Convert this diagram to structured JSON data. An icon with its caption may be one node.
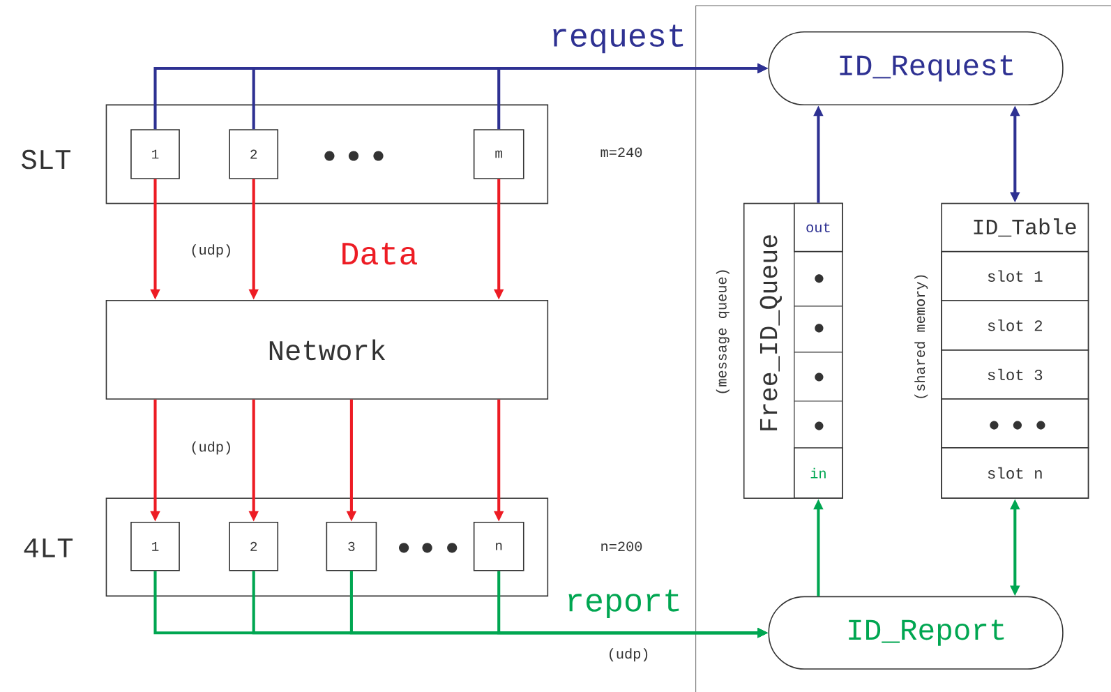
{
  "diagram": {
    "nodes": [
      {
        "text": [
          "SLT"
        ]
      },
      {
        "text": [
          "1"
        ],
        "in": 0
      },
      {
        "text": [
          "2"
        ],
        "in": 0
      },
      {
        "text": [
          "m"
        ],
        "in": 0
      },
      {
        "text": [
          "Network"
        ]
      },
      {
        "text": [
          "4LT"
        ]
      },
      {
        "text": [
          "1"
        ],
        "in": 5
      },
      {
        "text": [
          "2"
        ],
        "in": 5
      },
      {
        "text": [
          "3"
        ],
        "in": 5
      },
      {
        "text": [
          "n"
        ],
        "in": 5
      },
      {
        "text": [
          "ID_Request"
        ]
      },
      {
        "text": [
          "ID_Report"
        ]
      },
      {
        "text": [
          "Free_ID_Queue"
        ],
        "beside": [
          "(message queue)"
        ]
      },
      {
        "text": [
          "out"
        ],
        "in": 12
      },
      {
        "text": [
          "in"
        ],
        "in": 12
      },
      {
        "text": [
          "ID_Table"
        ],
        "beside": [
          "(shared memory)"
        ]
      },
      {
        "text": [
          "slot 1"
        ],
        "in": 15
      },
      {
        "text": [
          "slot 2"
        ],
        "in": 15
      },
      {
        "text": [
          "slot 3"
        ],
        "in": 15
      },
      {
        "text": [],
        "shape": "box",
        "in": 15
      },
      {
        "text": [
          "slot n"
        ],
        "in": 15
      }
    ],
    "edges": [
      {
        "from": 1,
        "to": 10,
        "arrow": "to",
        "color": "#2e3192"
      },
      {
        "from": 2,
        "to": 10,
        "arrow": "to",
        "color": "#2e3192"
      },
      {
        "from": 3,
        "to": 10,
        "arrow": "to",
        "color": "#2e3192",
        "label": "request"
      },
      {
        "from": 1,
        "to": 4,
        "arrow": "to",
        "color": "#ed1c24",
        "label": "(udp)"
      },
      {
        "from": 2,
        "to": 4,
        "arrow": "to",
        "color": "#ed1c24"
      },
      {
        "from": 3,
        "to": 4,
        "arrow": "to",
        "color": "#ed1c24"
      },
      {
        "from": 4,
        "to": 6,
        "arrow": "to",
        "color": "#ed1c24",
        "label": "(udp)"
      },
      {
        "from": 4,
        "to": 7,
        "arrow": "to",
        "color": "#ed1c24"
      },
      {
        "from": 4,
        "to": 8,
        "arrow": "to",
        "color": "#ed1c24"
      },
      {
        "from": 4,
        "to": 9,
        "arrow": "to",
        "color": "#ed1c24"
      },
      {
        "from": 6,
        "to": 11,
        "arrow": "to",
        "color": "#00a651"
      },
      {
        "from": 7,
        "to": 11,
        "arrow": "to",
        "color": "#00a651"
      },
      {
        "from": 8,
        "to": 11,
        "arrow": "to",
        "color": "#00a651",
        "label": "(udp)"
      },
      {
        "from": 9,
        "to": 11,
        "arrow": "to",
        "color": "#00a651",
        "label": "report"
      },
      {
        "from": 13,
        "to": 10,
        "arrow": "to",
        "color": "#2e3192"
      },
      {
        "from": 11,
        "to": 14,
        "arrow": "to",
        "color": "#00a651"
      },
      {
        "from": 10,
        "to": 15,
        "arrow": "both",
        "color": "#2e3192"
      },
      {
        "from": 11,
        "to": 15,
        "arrow": "both",
        "color": "#00a651"
      }
    ],
    "labels": [
      "m=240",
      "Data",
      "n=200"
    ]
  }
}
